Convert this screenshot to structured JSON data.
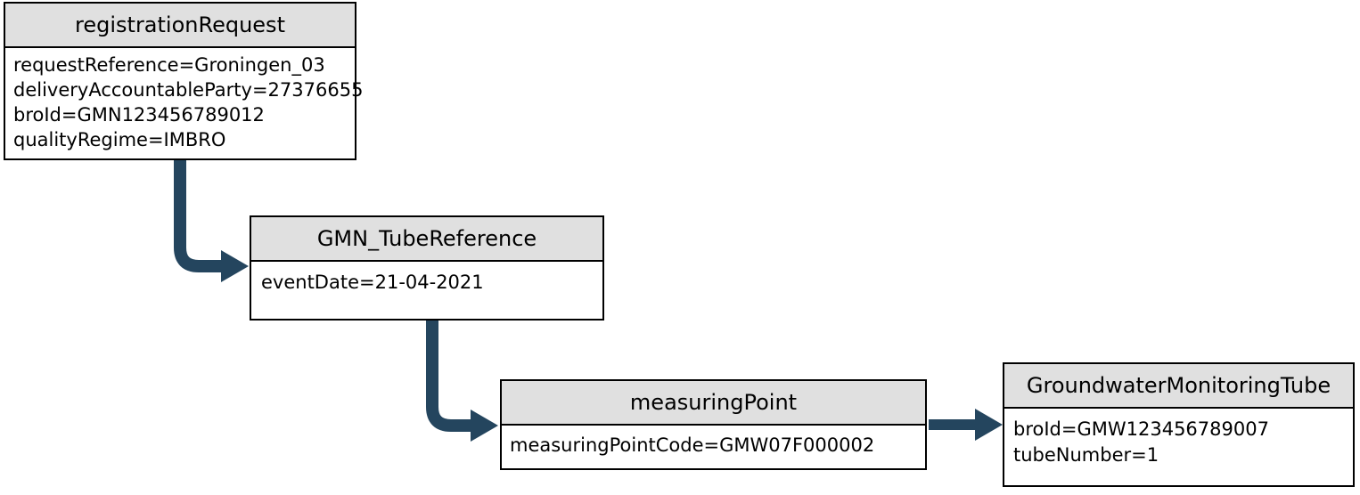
{
  "colors": {
    "arrow": "#24455e",
    "header_bg": "#e0e0e0",
    "border": "#000000",
    "background": "#ffffff"
  },
  "diagram": {
    "nodes": [
      {
        "title": "registrationRequest",
        "fields": [
          "requestReference=Groningen_03",
          "deliveryAccountableParty=27376655",
          "broId=GMN123456789012",
          "qualityRegime=IMBRO"
        ]
      },
      {
        "title": "GMN_TubeReference",
        "fields": [
          "eventDate=21-04-2021"
        ]
      },
      {
        "title": "measuringPoint",
        "fields": [
          "measuringPointCode=GMW07F000002"
        ]
      },
      {
        "title": "GroundwaterMonitoringTube",
        "fields": [
          "broId=GMW123456789007",
          "tubeNumber=1"
        ]
      }
    ],
    "edges": [
      {
        "from": "registrationRequest",
        "to": "GMN_TubeReference"
      },
      {
        "from": "GMN_TubeReference",
        "to": "measuringPoint"
      },
      {
        "from": "measuringPoint",
        "to": "GroundwaterMonitoringTube"
      }
    ]
  }
}
